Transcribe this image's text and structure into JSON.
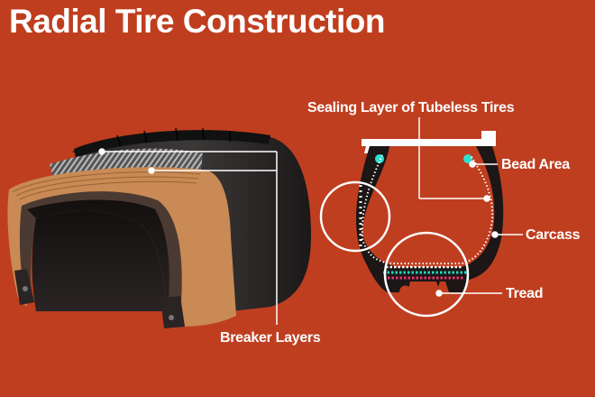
{
  "header": {
    "title": "Radial Tire Construction"
  },
  "labels": {
    "sealing_layer": "Sealing Layer of Tubeless Tires",
    "bead_area": "Bead Area",
    "carcass": "Carcass",
    "tread": "Tread",
    "breaker_layers": "Breaker Layers"
  },
  "colors": {
    "background": "#bf3e1f",
    "text": "#ffffff",
    "tire_rubber": "#1c1616",
    "cord_ply": "#c98a55",
    "bead_wire": "#2ee0d0",
    "belt_pink": "#e8336e",
    "belt_teal": "#1fd8c2"
  }
}
